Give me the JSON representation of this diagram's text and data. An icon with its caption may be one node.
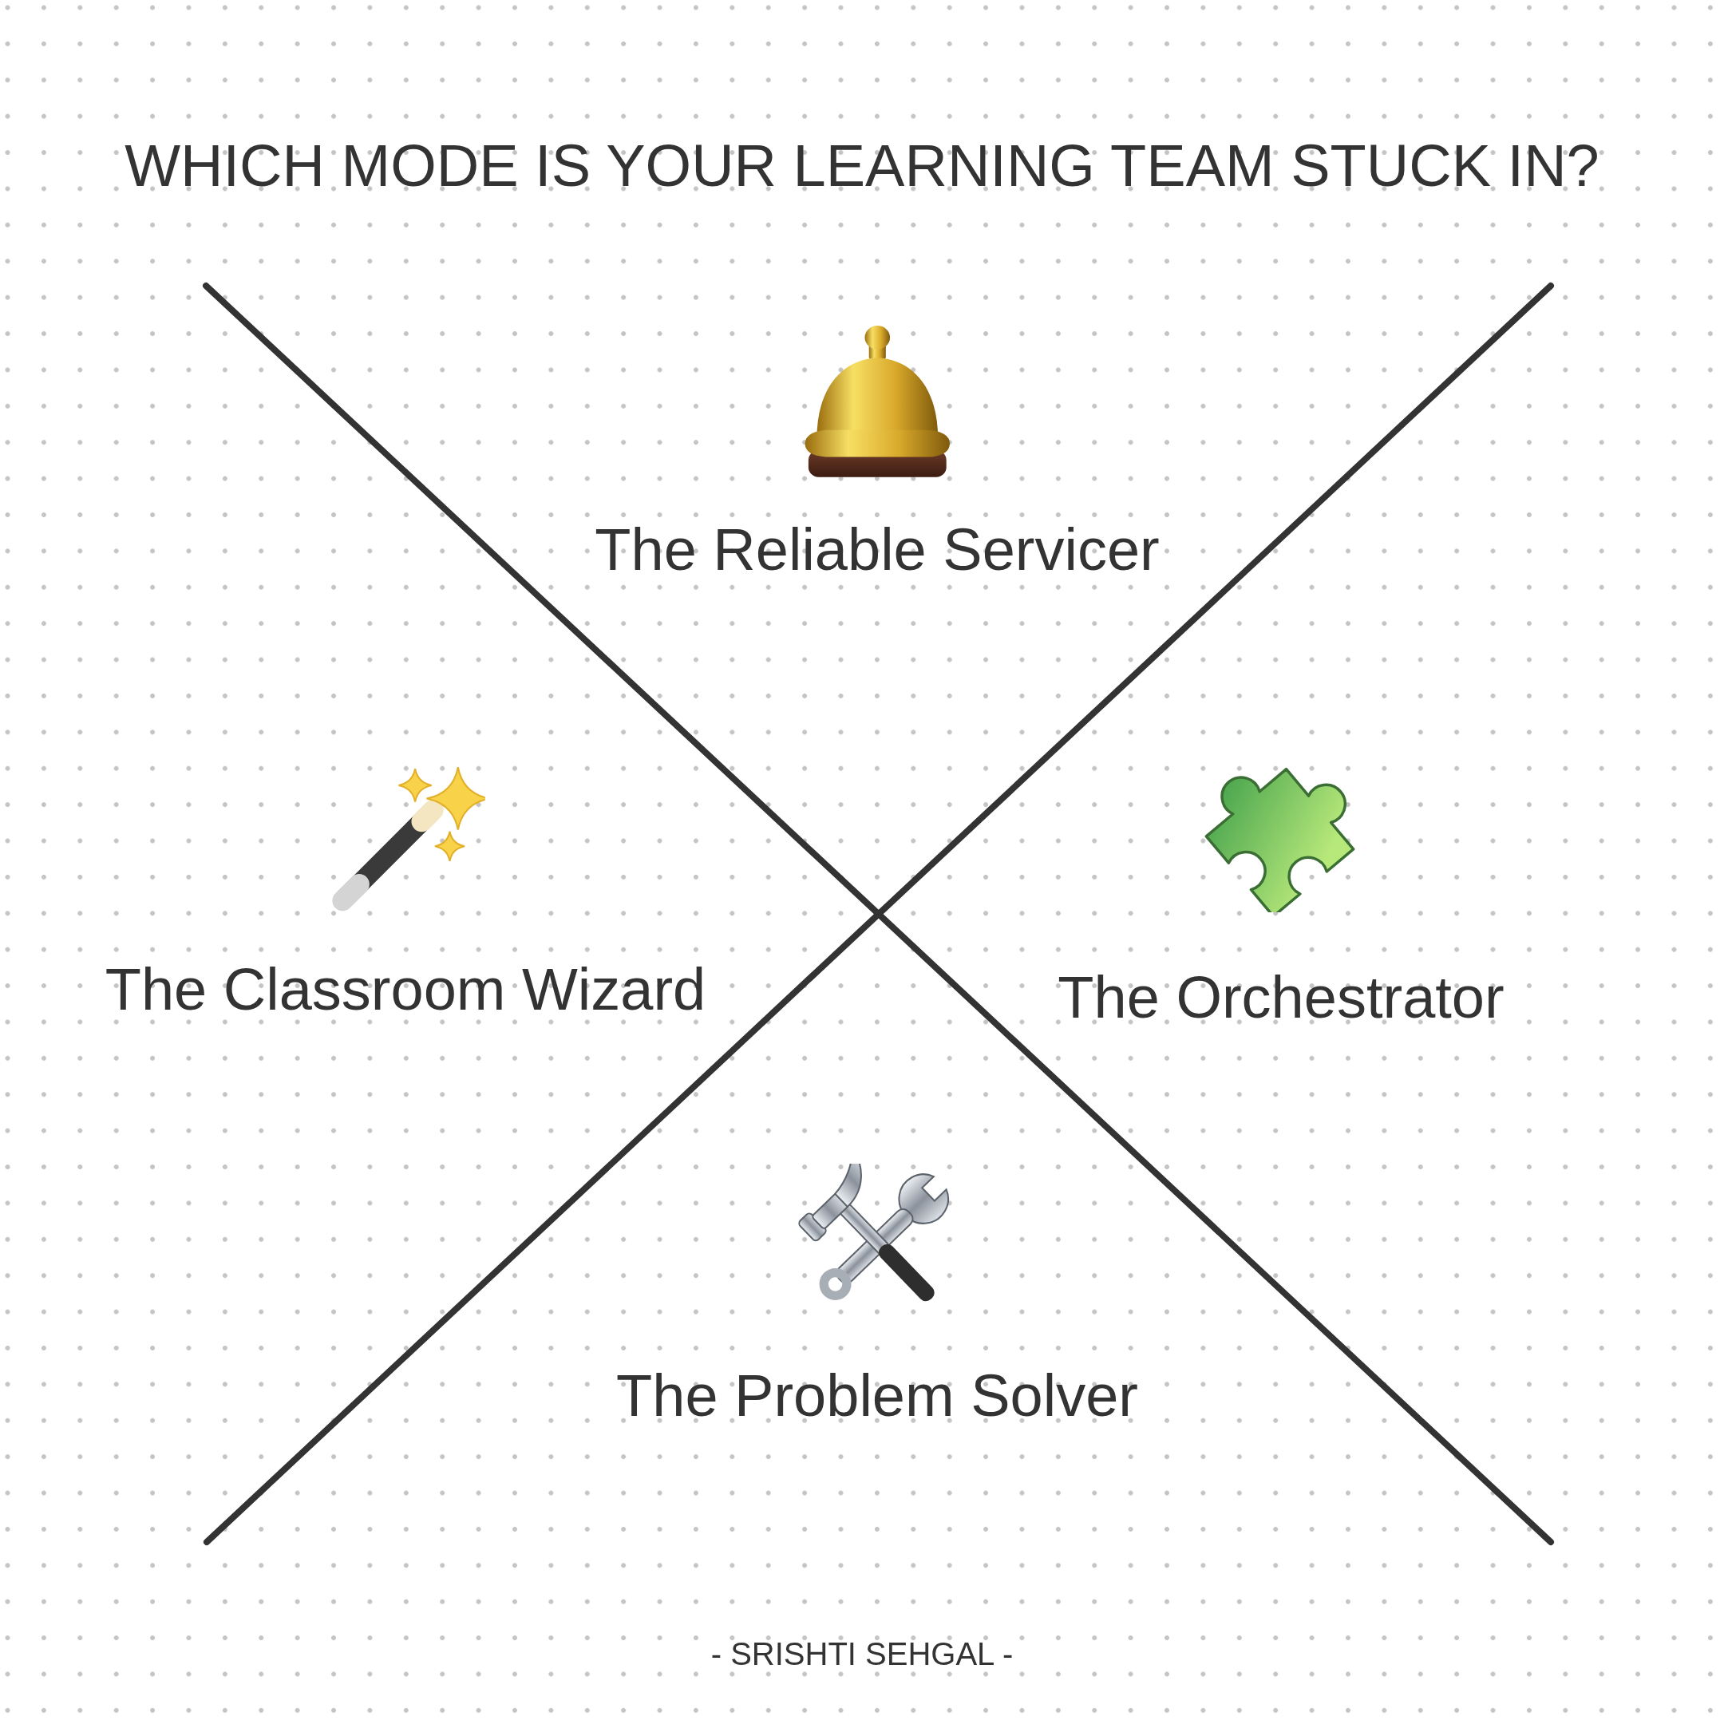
{
  "diagram": {
    "title": "WHICH MODE IS YOUR LEARNING TEAM STUCK IN?",
    "nodes": [
      {
        "text": [
          "The Reliable Servicer"
        ]
      },
      {
        "text": [
          "The Classroom Wizard"
        ]
      },
      {
        "text": [
          "The Orchestrator"
        ]
      },
      {
        "text": [
          "The Problem Solver"
        ]
      }
    ],
    "labels": [
      "- SRISHTI SEHGAL -"
    ]
  }
}
